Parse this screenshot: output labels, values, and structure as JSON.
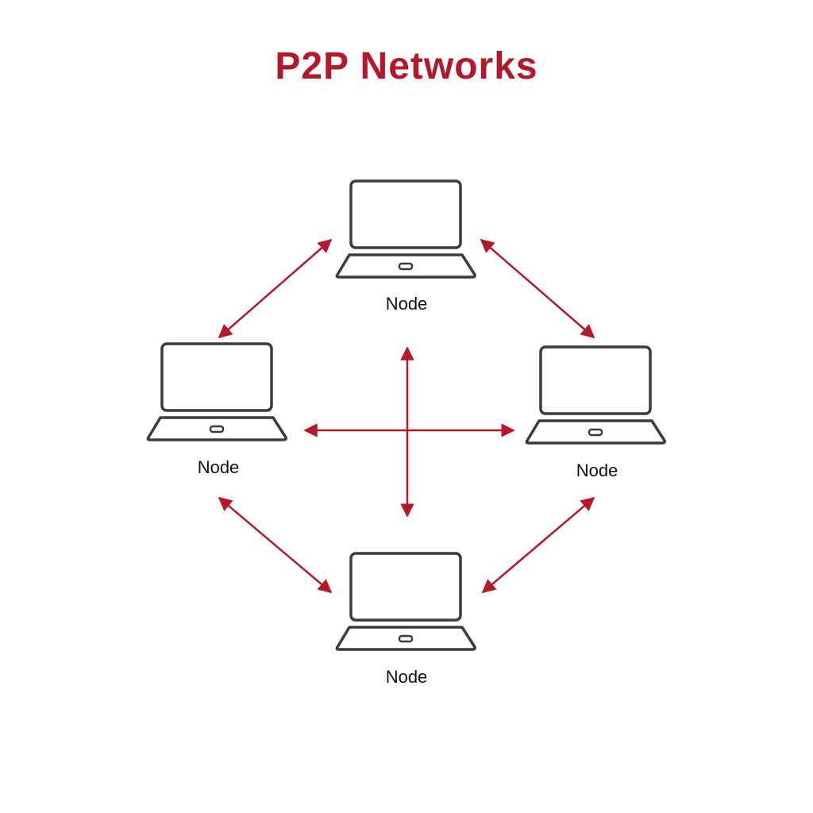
{
  "title": "P2P Networks",
  "colors": {
    "title": "#b5172b",
    "arrow": "#b5172b",
    "laptop_stroke": "#3c3c3c",
    "label": "#111111",
    "background": "#ffffff"
  },
  "nodes": [
    {
      "id": "top",
      "label": "Node",
      "icon": "laptop-icon"
    },
    {
      "id": "left",
      "label": "Node",
      "icon": "laptop-icon"
    },
    {
      "id": "right",
      "label": "Node",
      "icon": "laptop-icon"
    },
    {
      "id": "bottom",
      "label": "Node",
      "icon": "laptop-icon"
    }
  ],
  "connections": [
    {
      "from": "top",
      "to": "left",
      "type": "bidirectional"
    },
    {
      "from": "top",
      "to": "right",
      "type": "bidirectional"
    },
    {
      "from": "left",
      "to": "bottom",
      "type": "bidirectional"
    },
    {
      "from": "right",
      "to": "bottom",
      "type": "bidirectional"
    },
    {
      "from": "left",
      "to": "right",
      "type": "bidirectional"
    },
    {
      "from": "top",
      "to": "bottom",
      "type": "bidirectional"
    }
  ]
}
